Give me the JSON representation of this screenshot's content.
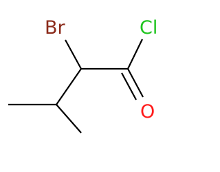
{
  "molecule": {
    "atoms": {
      "br": {
        "symbol": "Br",
        "color": "#8b2a1a"
      },
      "cl": {
        "symbol": "Cl",
        "color": "#1fc41f"
      },
      "o": {
        "symbol": "O",
        "color": "#ff1a1a"
      }
    },
    "bond_color": "#000000"
  }
}
